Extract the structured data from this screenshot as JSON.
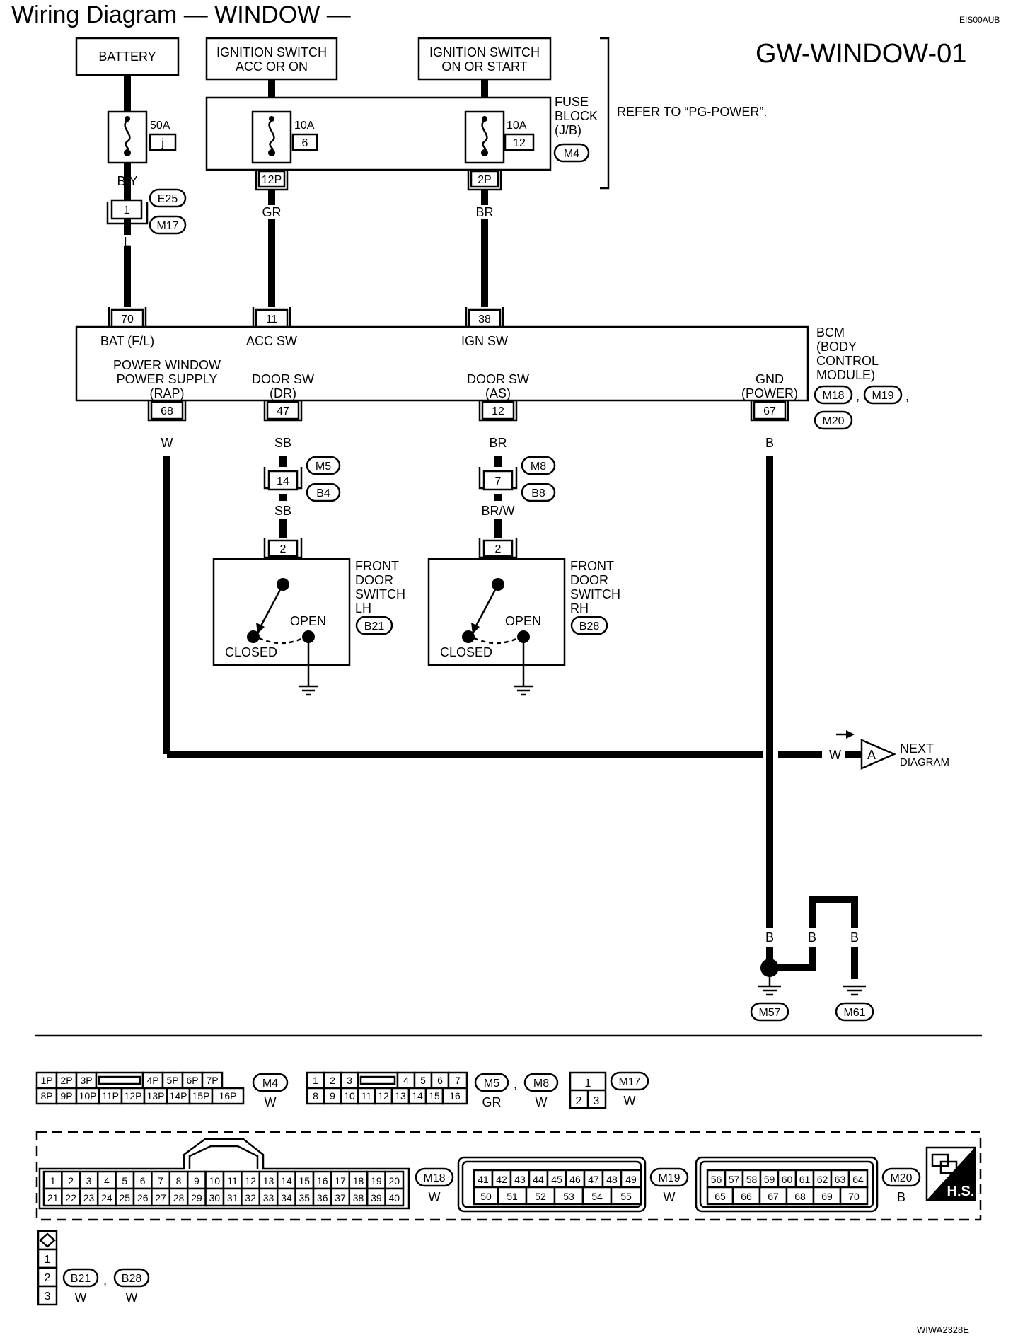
{
  "header": {
    "title": "Wiring Diagram — WINDOW —",
    "code": "EIS00AUB",
    "diagram_id": "GW-WINDOW-01",
    "footer_code": "WIWA2328E"
  },
  "power_sources": {
    "battery": "BATTERY",
    "ign_acc_l1": "IGNITION SWITCH",
    "ign_acc_l2": "ACC OR ON",
    "ign_on_l1": "IGNITION SWITCH",
    "ign_on_l2": "ON OR START"
  },
  "fuses": {
    "main": {
      "amp": "50A",
      "id": "j"
    },
    "f6": {
      "amp": "10A",
      "id": "6"
    },
    "f12": {
      "amp": "10A",
      "id": "12"
    },
    "block_l1": "FUSE",
    "block_l2": "BLOCK",
    "block_l3": "(J/B)",
    "block_conn": "M4",
    "refer": "REFER TO “PG-POWER”.",
    "pin_12p": "12P",
    "pin_2p": "2P"
  },
  "wires": {
    "by": "B/Y",
    "l": "L",
    "gr": "GR",
    "br": "BR",
    "w": "W",
    "sb": "SB",
    "sb2": "SB",
    "br2": "BR",
    "brw": "BR/W",
    "b": "B",
    "b1": "B",
    "b2": "B",
    "b3": "B",
    "w2": "W"
  },
  "joint": {
    "pin": "1",
    "c1": "E25",
    "c2": "M17"
  },
  "bcm": {
    "l1": "BCM",
    "l2": "(BODY",
    "l3": "CONTROL",
    "l4": "MODULE)",
    "c1": "M18",
    "c2": "M19",
    "c3": "M20",
    "sep": ",",
    "pin70": "70",
    "pin11": "11",
    "pin38": "38",
    "pin68": "68",
    "pin47": "47",
    "pin12": "12",
    "pin67": "67",
    "bat": "BAT (F/L)",
    "acc": "ACC SW",
    "ign": "IGN SW",
    "pw_l1": "POWER WINDOW",
    "pw_l2": "POWER SUPPLY",
    "pw_l3": "(RAP)",
    "dr_l1": "DOOR SW",
    "dr_l2": "(DR)",
    "as_l1": "DOOR SW",
    "as_l2": "(AS)",
    "gnd_l1": "GND",
    "gnd_l2": "(POWER)"
  },
  "inline": {
    "lh": {
      "pin": "14",
      "c1": "M5",
      "c2": "B4"
    },
    "rh": {
      "pin": "7",
      "c1": "M8",
      "c2": "B8"
    }
  },
  "door_lh": {
    "pin": "2",
    "l1": "FRONT",
    "l2": "DOOR",
    "l3": "SWITCH",
    "l4": "LH",
    "conn": "B21",
    "open": "OPEN",
    "closed": "CLOSED"
  },
  "door_rh": {
    "pin": "2",
    "l1": "FRONT",
    "l2": "DOOR",
    "l3": "SWITCH",
    "l4": "RH",
    "conn": "B28",
    "open": "OPEN",
    "closed": "CLOSED"
  },
  "next": {
    "letter": "A",
    "l1": "NEXT",
    "l2": "DIAGRAM"
  },
  "grounds": {
    "g1": "M57",
    "g2": "M61"
  },
  "connectors": {
    "m4": {
      "row1": [
        "1P",
        "2P",
        "3P",
        "",
        "4P",
        "5P",
        "6P",
        "7P"
      ],
      "row2": [
        "8P",
        "9P",
        "10P",
        "11P",
        "12P",
        "13P",
        "14P",
        "15P",
        "16P"
      ],
      "name": "M4",
      "color": "W"
    },
    "m5": {
      "row1": [
        "1",
        "2",
        "3",
        "",
        "4",
        "5",
        "6",
        "7"
      ],
      "row2": [
        "8",
        "9",
        "10",
        "11",
        "12",
        "13",
        "14",
        "15",
        "16"
      ],
      "name1": "M5",
      "name2": "M8",
      "sep": ",",
      "color1": "GR",
      "color2": "W"
    },
    "m17": {
      "top": "1",
      "bl": "2",
      "br": "3",
      "name": "M17",
      "color": "W"
    },
    "m18": {
      "row1": [
        "1",
        "2",
        "3",
        "4",
        "5",
        "6",
        "7",
        "8",
        "9",
        "10",
        "11",
        "12",
        "13",
        "14",
        "15",
        "16",
        "17",
        "18",
        "19",
        "20"
      ],
      "row2": [
        "21",
        "22",
        "23",
        "24",
        "25",
        "26",
        "27",
        "28",
        "29",
        "30",
        "31",
        "32",
        "33",
        "34",
        "35",
        "36",
        "37",
        "38",
        "39",
        "40"
      ],
      "name": "M18",
      "color": "W"
    },
    "m19": {
      "row1": [
        "41",
        "42",
        "43",
        "44",
        "45",
        "46",
        "47",
        "48",
        "49"
      ],
      "row2": [
        "50",
        "51",
        "52",
        "53",
        "54",
        "55"
      ],
      "name": "M19",
      "color": "W"
    },
    "m20": {
      "row1": [
        "56",
        "57",
        "58",
        "59",
        "60",
        "61",
        "62",
        "63",
        "64"
      ],
      "row2": [
        "65",
        "66",
        "67",
        "68",
        "69",
        "70"
      ],
      "name": "M20",
      "color": "B"
    },
    "b21": {
      "pins": [
        "1",
        "2",
        "3"
      ],
      "name1": "B21",
      "name2": "B28",
      "sep": ",",
      "color1": "W",
      "color2": "W"
    },
    "hs": "H.S."
  }
}
